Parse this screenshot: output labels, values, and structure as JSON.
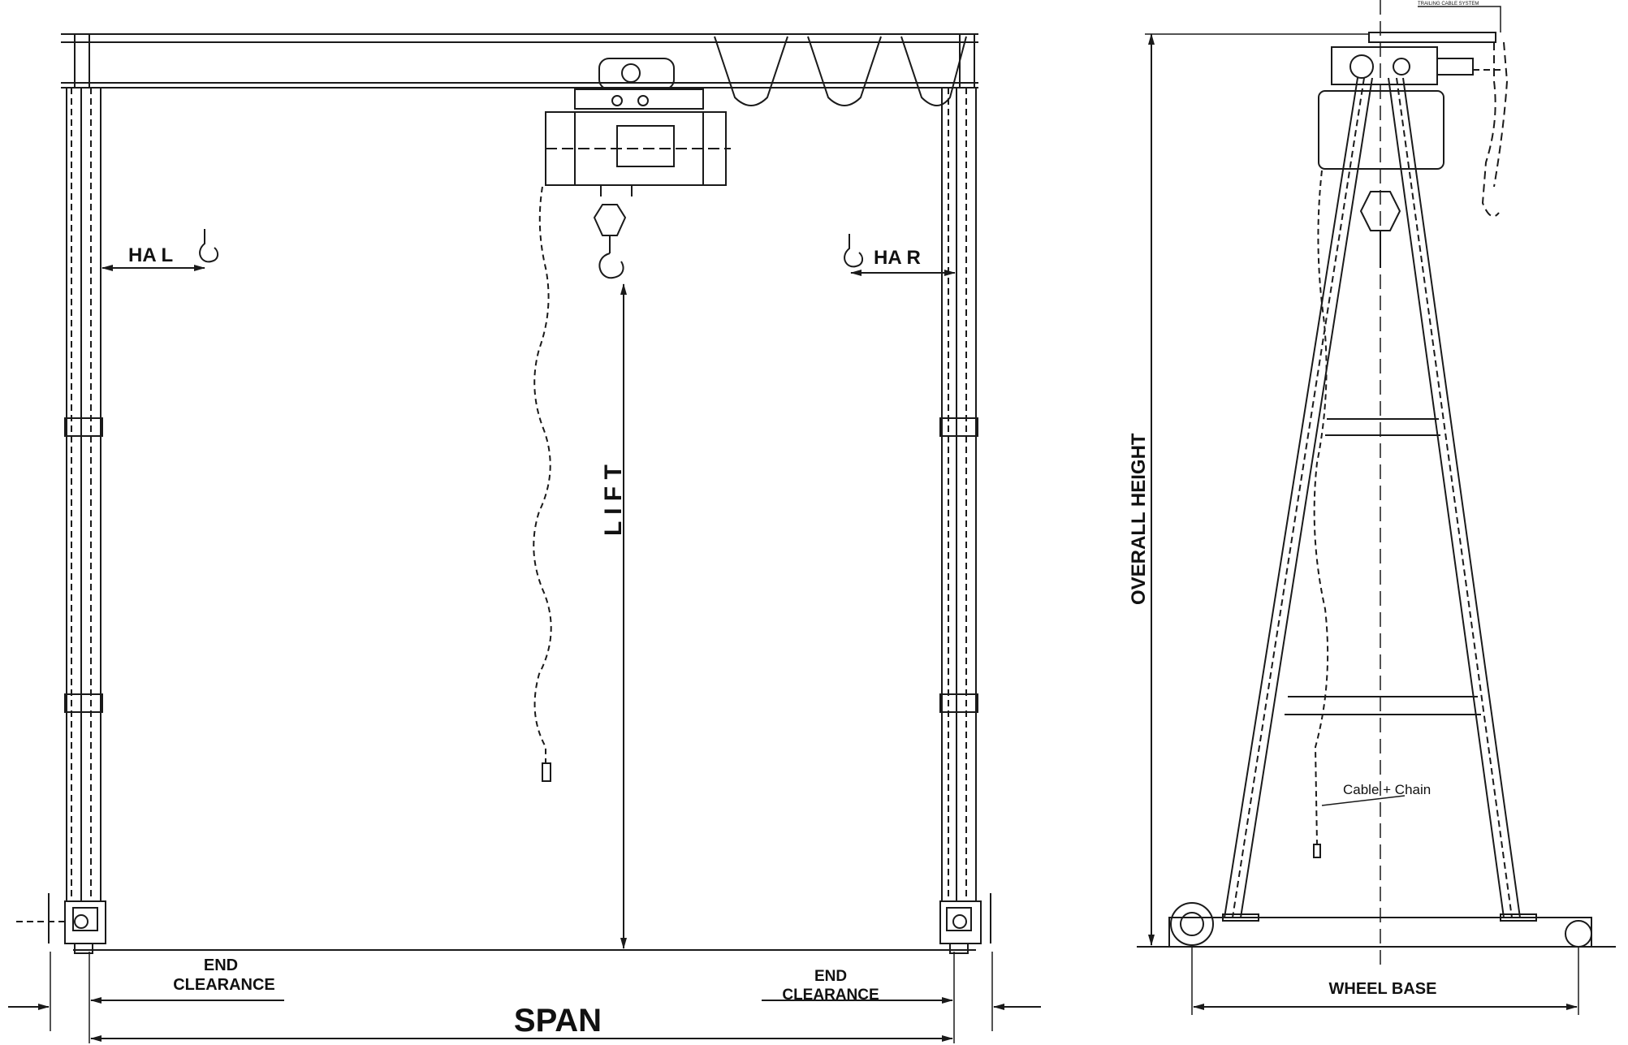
{
  "front_view": {
    "ha_left": "HA L",
    "ha_right": "HA R",
    "lift": "L I F T",
    "end_clearance_left": "END CLEARANCE",
    "end_clearance_right": "END CLEARANCE",
    "span": "SPAN"
  },
  "side_view": {
    "overall_height": "OVERALL  HEIGHT",
    "wheel_base": "WHEEL BASE",
    "cable_chain": "Cable + Chain",
    "tiny_label": "TRAILING CABLE SYSTEM"
  },
  "colors": {
    "line": "#1a1a1a",
    "background": "#ffffff"
  }
}
